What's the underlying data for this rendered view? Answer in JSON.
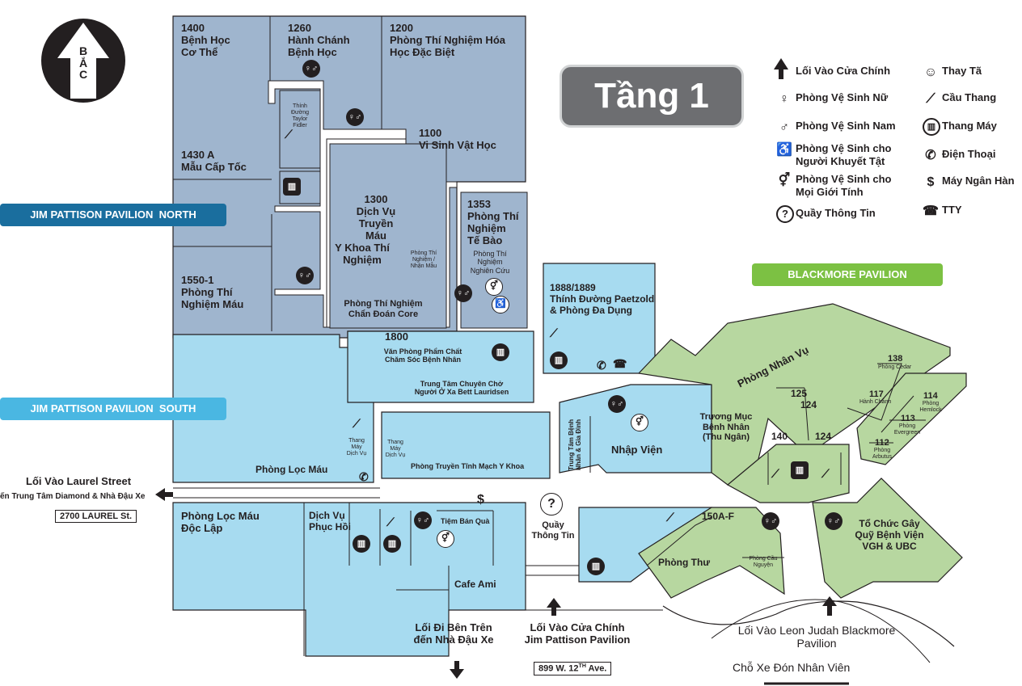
{
  "north_compass": {
    "letters": "BẮC"
  },
  "floor_title": "Tầng 1",
  "pavilions": {
    "north": "JIM PATTISON PAVILION  NORTH",
    "south": "JIM PATTISON PAVILION  SOUTH",
    "blackmore": "BLACKMORE PAVILION"
  },
  "legend": {
    "main_entrance": "Lối Vào Cửa Chính",
    "womens_restroom": "Phòng Vệ Sinh Nữ",
    "mens_restroom": "Phòng Vệ Sinh Nam",
    "accessible_restroom": "Phòng Vệ Sinh cho\nNgười Khuyết Tật",
    "all_gender_restroom": "Phòng Vệ Sinh cho\nMọi Giới Tính",
    "information": "Quầy Thông Tin",
    "baby_change": "Thay Tã",
    "stairs": "Cầu Thang",
    "elevator": "Thang Máy",
    "phone": "Điện Thoại",
    "atm": "Máy Ngân Hàn",
    "tty": "TTY"
  },
  "rooms": {
    "r1400": "1400\nBệnh Học\nCơ Thể",
    "r1260": "1260\nHành Chánh\nBệnh Học",
    "r1200": "1200\nPhòng Thí Nghiệm Hóa\nHọc Đặc Biệt",
    "r1100": "1100\nVi Sinh Vật Học",
    "r1430a": "1430 A\nMẫu Cấp Tốc",
    "taylor": "Thính\nĐường\nTaylor\nFidler",
    "r1300": "1300\nDịch Vụ\nTruyền Máu",
    "ykhoa": "Y Khoa Thí\nNghiệm",
    "ptn_nhan_mau": "Phòng Thí\nNghiệm /\nNhận Mẫu",
    "core": "Phòng Thí Nghiệm\nChẩn Đoán Core",
    "r1353": "1353\nPhòng Thí\nNghiệm\nTế Bào",
    "ptn_nghien_cuu": "Phòng Thí\nNghiệm\nNghiên Cứu",
    "r1550": "1550-1\nPhòng Thí\nNghiệm Máu",
    "r1888": "1888/1889\nThính Đường Paetzold\n& Phòng Đa Dụng",
    "r1800": "1800",
    "van_phong": "Văn Phòng Phẩm Chất\nChăm Sóc Bệnh Nhân",
    "bett": "Trung Tâm Chuyên Chở\nNgười Ở Xa Bett Lauridsen",
    "loc_mau": "Phòng Lọc Máu",
    "thang_may_dv1": "Thang\nMáy\nDịch Vụ",
    "thang_may_dv2": "Thang\nMáy\nDịch Vụ",
    "truyen_tinh_mach": "Phòng Truyền Tĩnh Mạch Y Khoa",
    "trung_tam_benh_nhan": "Trung Tâm Bệnh\nNhân & Gia Đình",
    "nhap_vien": "Nhập Viện",
    "truong_muc": "Trương Mục\nBệnh Nhân\n(Thu Ngân)",
    "r140": "140",
    "nhan_vu": "Phòng Nhân Vụ",
    "r125": "125",
    "r124a": "124",
    "r124b": "124",
    "r138": "138",
    "cedar": "Phòng Cedar",
    "r117": "117",
    "hanh_chanh": "Hành Chánh",
    "r114": "114",
    "hemlock": "Phòng\nHemlock",
    "r113": "113",
    "evergreen": "Phòng\nEvergreen",
    "r112": "112",
    "arbutus": "Phòng\nArbutus",
    "loc_mau_doc_lap": "Phòng Lọc Máu\nĐộc Lập",
    "dich_vu_phuc_hoi": "Dịch Vụ\nPhục Hồi",
    "tiem_ban_qua": "Tiệm Bán Quà",
    "cafe_ami": "Cafe Ami",
    "quay_thong_tin": "Quầy\nThông Tin",
    "r150af": "150A-F",
    "phong_thu": "Phòng Thư",
    "phong_cau_nguyen": "Phòng Cầu\nNguyện",
    "to_chuc": "Tổ Chức Gây\nQuỹ Bệnh Viện\nVGH & UBC"
  },
  "entrances": {
    "laurel_title": "Lối Vào Laurel Street",
    "laurel_sub": "ến Trung Tâm Diamond & Nhà Đậu Xe",
    "laurel_addr": "2700 LAUREL St.",
    "overpass": "Lối Đi Bên Trên\nđến Nhà Đậu Xe",
    "main": "Lối Vào Cửa Chính\nJim Pattison Pavilion",
    "main_addr_pre": "899 W. 12",
    "main_addr_sup": "TH",
    "main_addr_post": " Ave.",
    "blackmore_entry": "Lối Vào Leon Judah Blackmore\nPavilion",
    "staff_pickup": "Chỗ Xe Đón Nhân Viên"
  },
  "icon_glyphs": {
    "restroom": "♀♂",
    "elevator": "▥",
    "stairs": "⟋",
    "accessible": "♿",
    "all_gender": "⚥",
    "phone": "✆",
    "atm": "$",
    "info": "?",
    "arrow_up": "▲",
    "arrow_down": "▼",
    "arrow_left": "◀"
  },
  "colors": {
    "north_fill": "#9fb5ce",
    "south_fill": "#a7dbf0",
    "blackmore_fill": "#b7d7a0",
    "north_pill": "#1a6e9e",
    "south_pill": "#4ab7e2",
    "blackmore_pill": "#7cc143",
    "title_box": "#6d6e71"
  }
}
